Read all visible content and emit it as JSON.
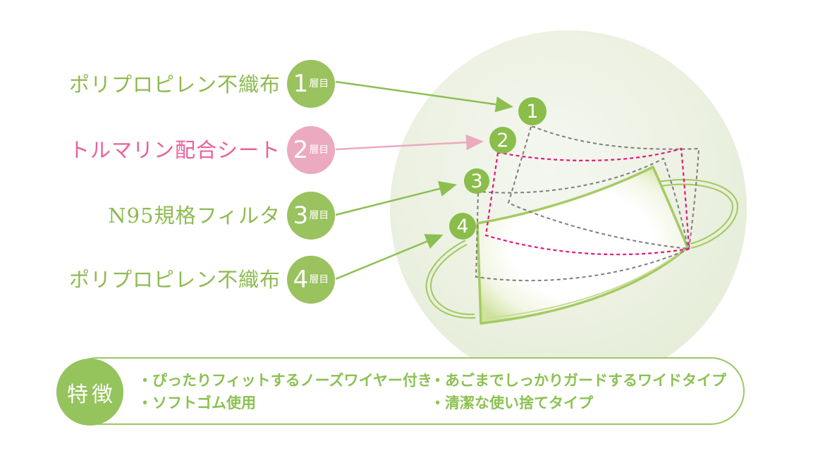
{
  "diagram": {
    "layers": [
      {
        "name": "ポリプロピレン不織布",
        "badge_number": "1",
        "badge_suffix": "層目",
        "marker": "1",
        "style": "green"
      },
      {
        "name": "トルマリン配合シート",
        "badge_number": "2",
        "badge_suffix": "層目",
        "marker": "2",
        "style": "pink"
      },
      {
        "name": "N95規格フィルタ",
        "badge_number": "3",
        "badge_suffix": "層目",
        "marker": "3",
        "style": "green"
      },
      {
        "name": "ポリプロピレン不織布",
        "badge_number": "4",
        "badge_suffix": "層目",
        "marker": "4",
        "style": "green"
      }
    ]
  },
  "features": {
    "title": "特徴",
    "columns": [
      {
        "items": [
          "・ぴったりフィットするノーズワイヤー付き",
          "・ソフトゴム使用"
        ]
      },
      {
        "items": [
          "・あごまでしっかりガードするワイドタイプ",
          "・清潔な使い捨てタイプ"
        ]
      }
    ]
  },
  "colors": {
    "green_accent": "#8fbe4f",
    "pink_text": "#ea5f9e",
    "pink_badge": "#ebaabf",
    "magenta_dash": "#e8157d",
    "gray_dash": "#7e7e7e",
    "mask_outline": "#a5ca63",
    "background_circle": "#e9efdd",
    "feature_text": "#8cc152"
  }
}
